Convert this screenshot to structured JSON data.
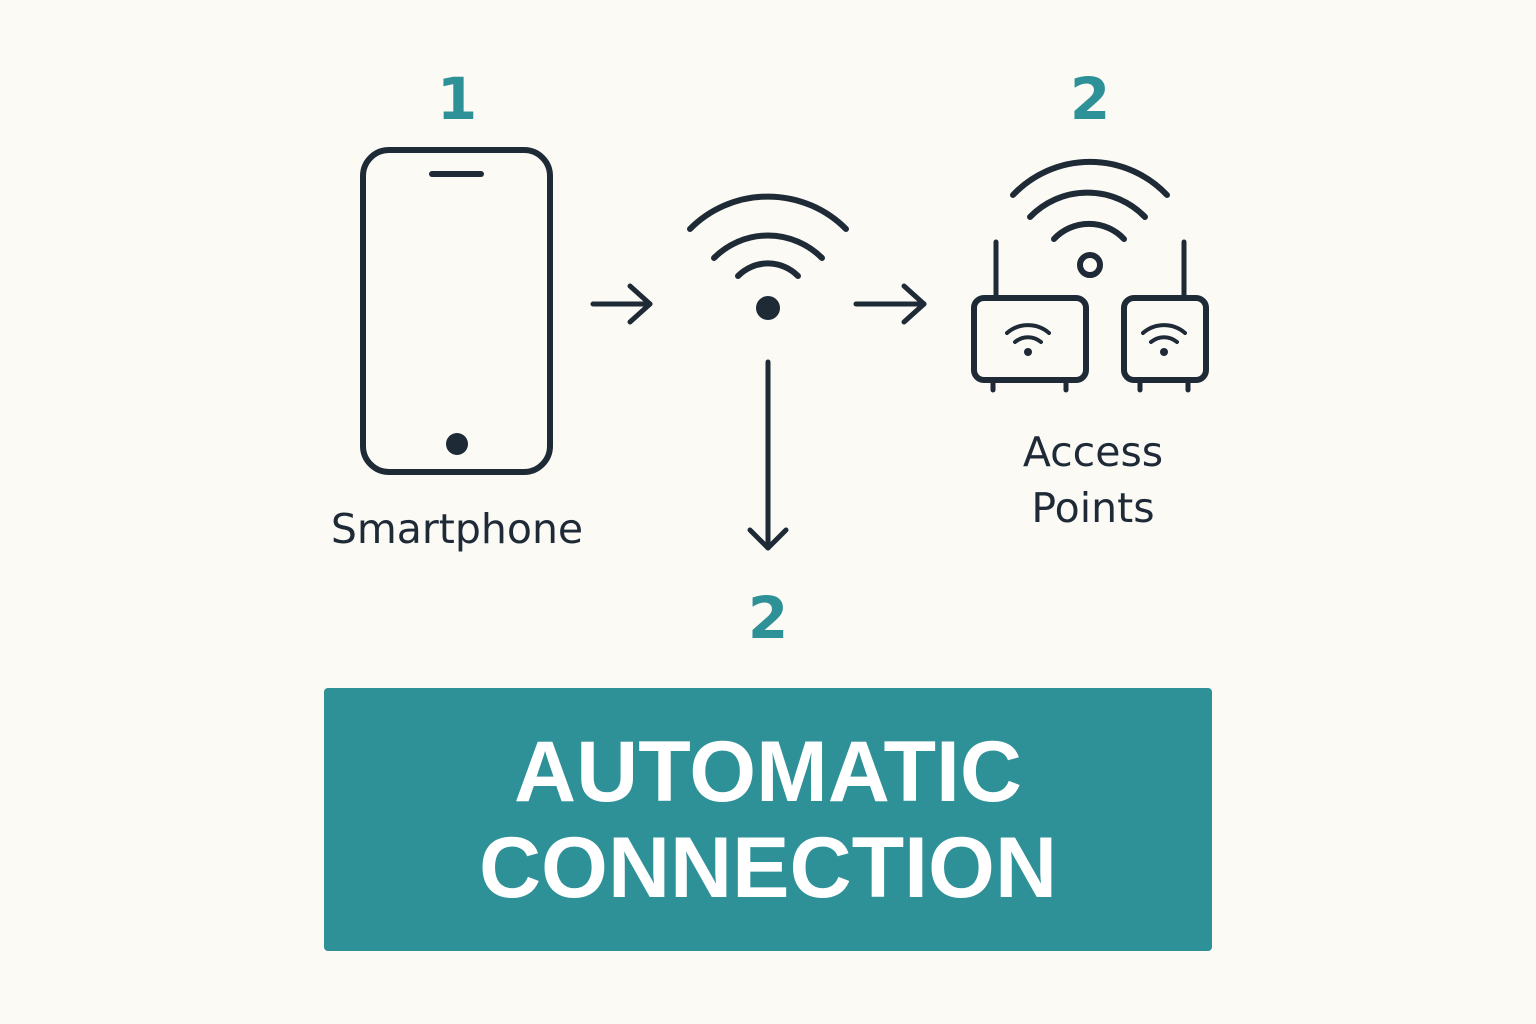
{
  "colors": {
    "background": "#fbfaf5",
    "ink": "#1f2a37",
    "accent": "#2e9197",
    "banner_text": "#ffffff"
  },
  "steps": {
    "smartphone": "1",
    "access_points": "2",
    "connection": "2"
  },
  "labels": {
    "smartphone": "Smartphone",
    "access_points_line1": "Access",
    "access_points_line2": "Points"
  },
  "banner": {
    "line1": "AUTOMATIC",
    "line2": "CONNECTION"
  },
  "icons": {
    "device": "smartphone-icon",
    "signal": "wifi-icon",
    "routers": "router-icon",
    "flow": "arrow-icon"
  }
}
